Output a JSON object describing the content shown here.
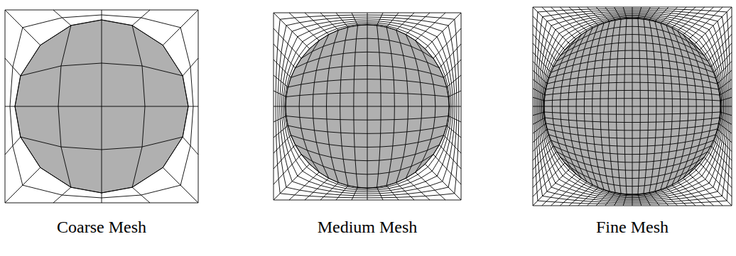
{
  "diagram": {
    "labels": [
      "Coarse Mesh",
      "Medium Mesh",
      "Fine Mesh"
    ]
  }
}
